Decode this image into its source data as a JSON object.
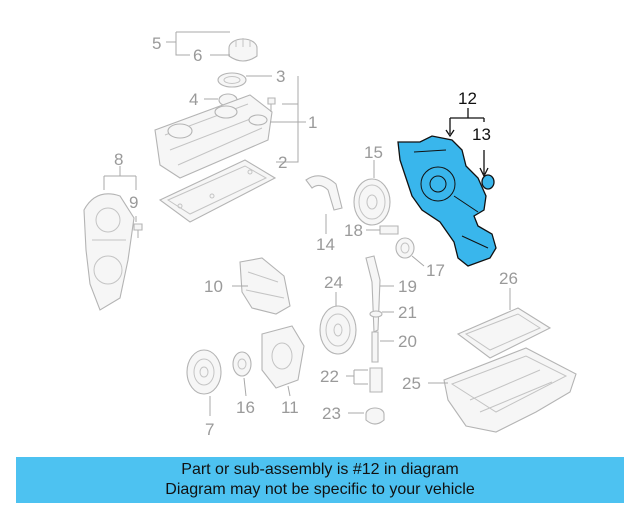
{
  "diagram": {
    "highlight_color": "#39b6ec",
    "part_numbers": [
      "1",
      "2",
      "3",
      "4",
      "5",
      "6",
      "7",
      "8",
      "9",
      "10",
      "11",
      "12",
      "13",
      "14",
      "15",
      "16",
      "17",
      "18",
      "19",
      "20",
      "21",
      "22",
      "23",
      "24",
      "25",
      "26"
    ],
    "highlighted_part": "12"
  },
  "banner": {
    "line1": "Part or sub-assembly is #12 in diagram",
    "line2": "Diagram may not be specific to your vehicle",
    "background": "#4dc2f1"
  }
}
